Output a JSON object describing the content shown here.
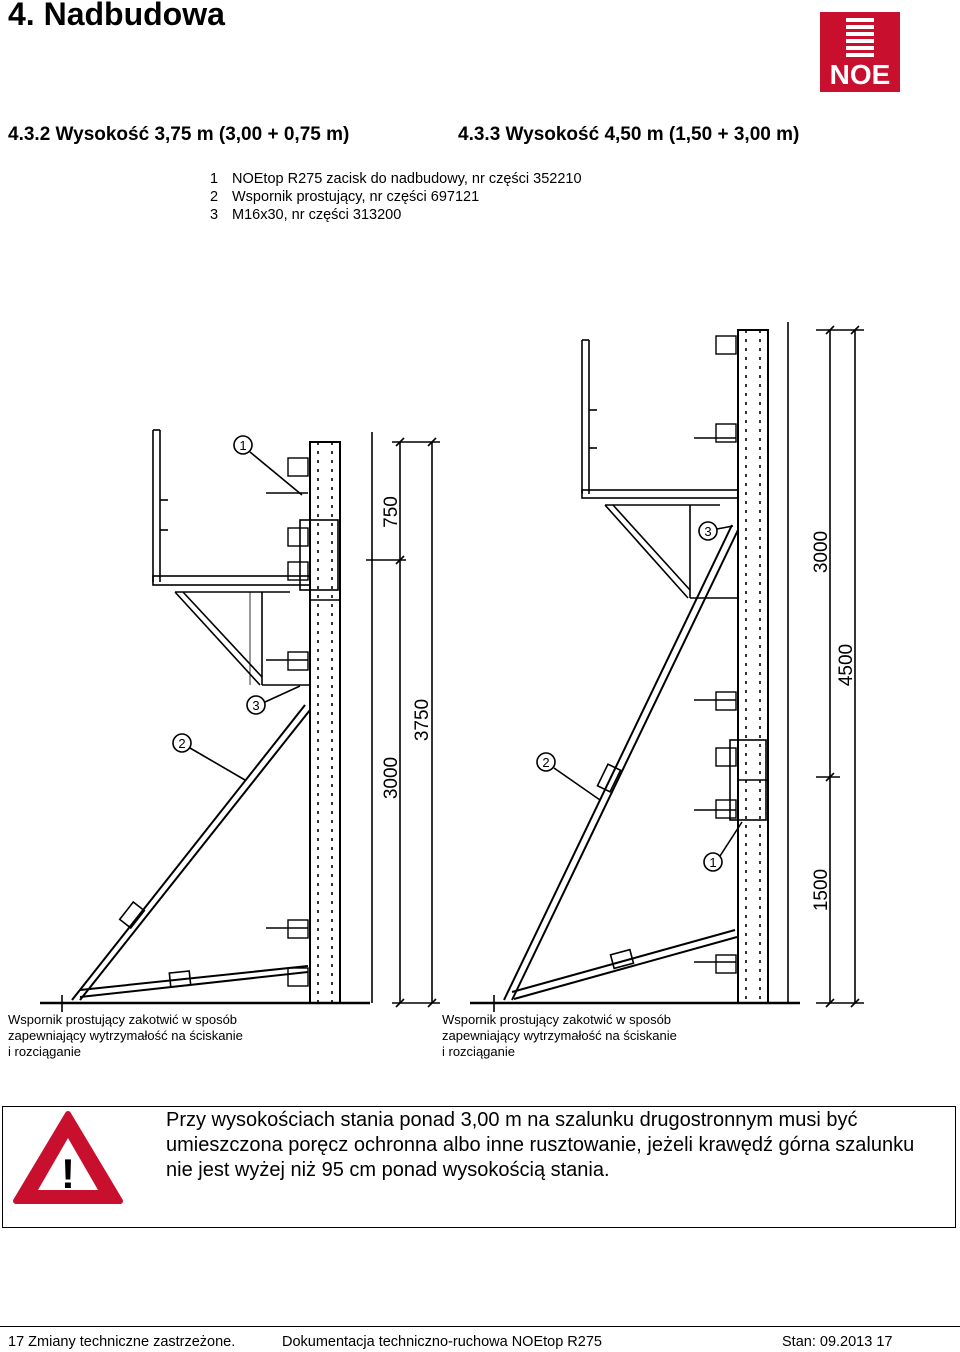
{
  "header": {
    "chapter_title": "4. Nadbudowa",
    "logo_text": "NOE",
    "logo_color": "#c8102e"
  },
  "subtitles": {
    "left": "4.3.2 Wysokość 3,75 m (3,00 + 0,75 m)",
    "right": "4.3.3 Wysokość 4,50 m (1,50 + 3,00 m)"
  },
  "legend": [
    {
      "num": "1",
      "text": "NOEtop R275 zacisk do nadbudowy, nr części 352210"
    },
    {
      "num": "2",
      "text": "Wspornik prostujący, nr części 697121"
    },
    {
      "num": "3",
      "text": "M16x30, nr części 313200"
    }
  ],
  "drawing": {
    "left": {
      "dimensions": [
        "750",
        "3750",
        "3000"
      ],
      "markers": [
        "1",
        "2",
        "3"
      ]
    },
    "right": {
      "dimensions": [
        "3000",
        "4500",
        "1500"
      ],
      "markers": [
        "1",
        "2",
        "3"
      ]
    }
  },
  "notes": {
    "left": "Wspornik prostujący zakotwić w sposób zapewniający wytrzymałość na ściskanie i rozciąganie",
    "right": "Wspornik prostujący zakotwić w sposób zapewniający wytrzymałość na ściskanie i rozciąganie"
  },
  "warning": {
    "icon": "warning-triangle-icon",
    "icon_color": "#c8102e",
    "symbol": "!",
    "text": "Przy wysokościach stania ponad 3,00 m na szalunku drugostronnym musi być umieszczona poręcz ochronna albo inne rusztowanie, jeżeli krawędź górna szalunku nie jest wyżej niż 95 cm ponad wysokością stania."
  },
  "footer": {
    "left": "17 Zmiany techniczne zastrzeżone.",
    "center": "Dokumentacja techniczno-ruchowa NOEtop R275",
    "right": "Stan: 09.2013 17"
  }
}
